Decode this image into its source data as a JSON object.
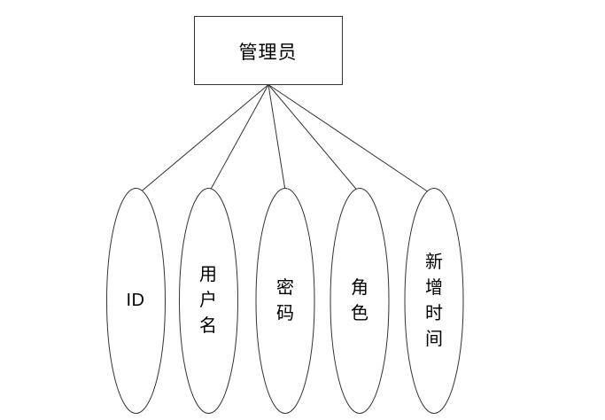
{
  "diagram": {
    "type": "er-attribute-diagram",
    "entity": {
      "label": "管理员"
    },
    "attributes": [
      {
        "label": "ID",
        "orientation": "horizontal"
      },
      {
        "label": "用户名",
        "orientation": "vertical"
      },
      {
        "label": "密码",
        "orientation": "vertical"
      },
      {
        "label": "角色",
        "orientation": "vertical"
      },
      {
        "label": "新增时间",
        "orientation": "vertical"
      }
    ],
    "colors": {
      "stroke": "#333333",
      "shape_fill": "#ffffff",
      "text": "#000000",
      "background": "#ffffff"
    }
  }
}
